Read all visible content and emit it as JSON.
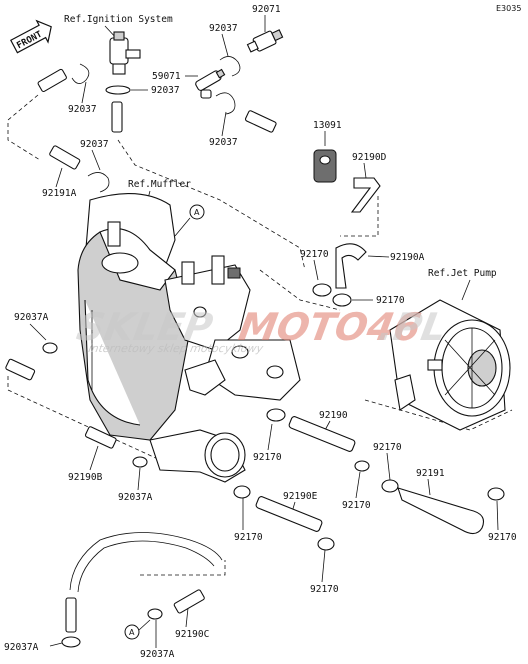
{
  "diagram_code": "E3035",
  "front_label": "FRONT",
  "refs": {
    "ignition": "Ref.Ignition System",
    "muffler": "Ref.Muffler",
    "jet_pump": "Ref.Jet Pump"
  },
  "callout_letter": "A",
  "watermark": {
    "part1": "SKLEP",
    "part2": "MOTO46",
    "part3": ".PL",
    "sub": "internetowy sklep motocyklowy"
  },
  "part_labels": {
    "p92071": "92071",
    "p92037_a": "92037",
    "p59071": "59071",
    "p92037_b": "92037",
    "p92037_c": "92037",
    "p92037_d": "92037",
    "p92037_e": "92037",
    "p13091": "13091",
    "p92190D": "92190D",
    "p92191A": "92191A",
    "p92170_a": "92170",
    "p92190A": "92190A",
    "p92170_b": "92170",
    "p92037A_a": "92037A",
    "p92190": "92190",
    "p92170_c": "92170",
    "p92170_d": "92170",
    "p92170_e": "92170",
    "p92191": "92191",
    "p92170_f": "92170",
    "p92190B": "92190B",
    "p92037A_b": "92037A",
    "p92190E": "92190E",
    "p92170_g": "92170",
    "p92170_h": "92170",
    "p92190C": "92190C",
    "p92037A_c": "92037A",
    "p92037A_d": "92037A"
  }
}
